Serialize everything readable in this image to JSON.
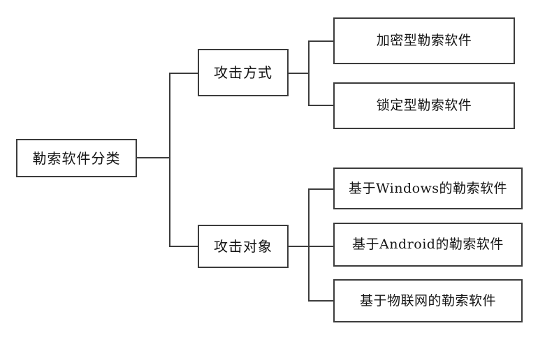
{
  "diagram": {
    "type": "tree",
    "orientation": "left-to-right",
    "title": "勒索软件分类",
    "root": {
      "label": "勒索软件分类"
    },
    "branches": [
      {
        "label": "攻击方式",
        "children": [
          {
            "label": "加密型勒索软件"
          },
          {
            "label": "锁定型勒索软件"
          }
        ]
      },
      {
        "label": "攻击对象",
        "children": [
          {
            "label": "基于Windows的勒索软件"
          },
          {
            "label": "基于Android的勒索软件"
          },
          {
            "label": "基于物联网的勒索软件"
          }
        ]
      }
    ],
    "style": {
      "line_color": "#3c3c3c",
      "box_fill": "#ffffff",
      "text_color": "#141414",
      "background": "#ffffff"
    }
  }
}
